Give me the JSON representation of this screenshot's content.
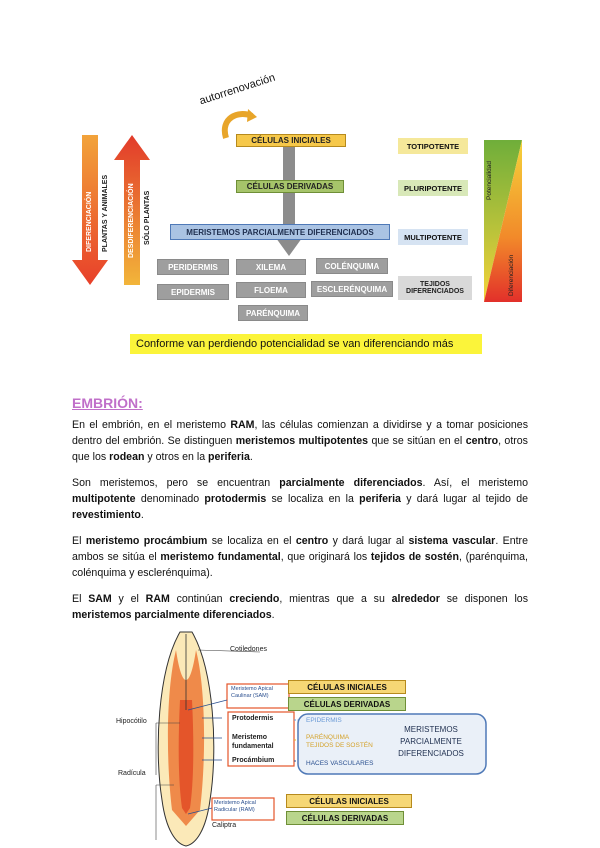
{
  "diagram_top": {
    "autorrenovacion": "autorrenovación",
    "celulas_iniciales": "CÉLULAS INICIALES",
    "celulas_derivadas": "CÉLULAS DERIVADAS",
    "meristemos_parcialmente": "MERISTEMOS PARCIALMENTE DIFERENCIADOS",
    "tissues": [
      "PERIDERMIS",
      "XILEMA",
      "COLÉNQUIMA",
      "EPIDERMIS",
      "FLOEMA",
      "ESCLERÉNQUIMA",
      "PARÉNQUIMA"
    ],
    "tejidos_diferenciados": "TEJIDOS DIFERENCIADOS",
    "totipotente": "TOTIPOTENTE",
    "pluripotente": "PLURIPOTENTE",
    "multipotente": "MULTIPOTENTE",
    "potencialidad": "Potencialidad",
    "diferenciacion_tri": "Diferenciación",
    "left_arrow_1": "DIFERENCIACIÓN",
    "left_arrow_1b": "PLANTAS Y ANIMALES",
    "left_arrow_2": "DESDIFERENCIACIÓN",
    "left_arrow_2b": "SÓLO PLANTAS",
    "banner": "Conforme van perdiendo potencialidad se van diferenciando más"
  },
  "heading": "EMBRIÓN:",
  "paragraphs": {
    "p1": {
      "a": "En el embrión, en el meristemo ",
      "b": "RAM",
      "c": ", las células comienzan a dividirse y a tomar posiciones dentro del embrión. Se distinguen ",
      "d": "meristemos multipotentes",
      "e": " que se sitúan en el ",
      "f": "centro",
      "g": ", otros que los ",
      "h": "rodean",
      "i": " y otros en la ",
      "j": "periferia",
      "k": "."
    },
    "p2": {
      "a": "Son meristemos, pero se encuentran ",
      "b": "parcialmente diferenciados",
      "c": ". Así, el meristemo ",
      "d": "multipotente",
      "e": " denominado ",
      "f": "protodermis",
      "g": " se localiza en la ",
      "h": "periferia",
      "i": " y dará lugar al tejido de ",
      "j": "revestimiento",
      "k": "."
    },
    "p3": {
      "a": "El ",
      "b": "meristemo procámbium",
      "c": " se localiza en el ",
      "d": "centro",
      "e": " y dará lugar al ",
      "f": "sistema vascular",
      "g": ". Entre ambos se sitúa el ",
      "h": "meristemo fundamental",
      "i": ", que originará los ",
      "j": "tejidos de sostén",
      "k": ", (parénquima, colénquima y esclerénquima)."
    },
    "p4": {
      "a": "El ",
      "b": "SAM",
      "c": " y el ",
      "d": "RAM",
      "e": " continúan ",
      "f": "creciendo",
      "g": ", mientras que a su ",
      "h": "alrededor",
      "i": " se disponen los ",
      "j": "meristemos parcialmente diferenciados",
      "k": "."
    }
  },
  "diagram_bottom": {
    "cotiledones": "Cotiledones",
    "sam_label": "Meristemo Apical Caulinar (SAM)",
    "ram_label": "Meristemo Apical Radicular (RAM)",
    "hipocotilo": "Hipocótilo",
    "radicula": "Radícula",
    "caliptra": "Caliptra",
    "protodermis": "Protodermis",
    "meristemo_fundamental": "Meristemo fundamental",
    "procambium": "Procámbium",
    "epidermis": "EPIDERMIS",
    "parenquima": "PARÉNQUIMA",
    "tejidos_sosten": "TEJIDOS DE SOSTÉN",
    "haces": "HACES VASCULARES",
    "meristemos_box": "MERISTEMOS PARCIALMENTE DIFERENCIADOS",
    "celulas_iniciales": "CÉLULAS INICIALES",
    "celulas_derivadas": "CÉLULAS DERIVADAS"
  }
}
